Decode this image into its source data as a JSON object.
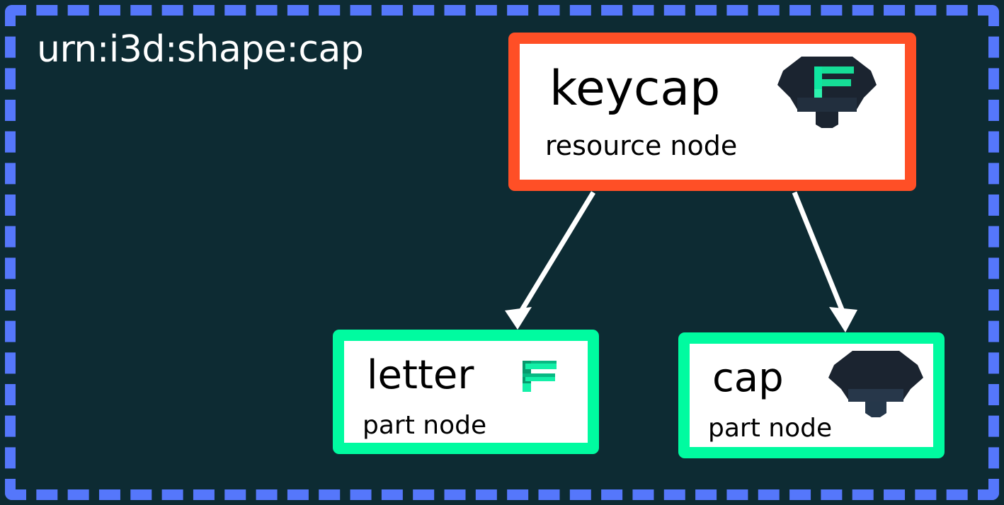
{
  "graph": {
    "title": "urn:i3d:shape:cap",
    "background_color": "#0d2b33",
    "frame_color": "#5577fb",
    "edge_color": "#ffffff"
  },
  "nodes": [
    {
      "id": "keycap",
      "label": "keycap",
      "kind": "resource node",
      "border_color": "#ff4f26",
      "thumbnail": "keycap-3d-thumbnail"
    },
    {
      "id": "letter",
      "label": "letter",
      "kind": "part node",
      "border_color": "#00fba0",
      "thumbnail": "letter-f-3d-thumbnail"
    },
    {
      "id": "cap",
      "label": "cap",
      "kind": "part node",
      "border_color": "#00fba0",
      "thumbnail": "cap-3d-thumbnail"
    }
  ],
  "edges": [
    {
      "from": "keycap",
      "to": "letter"
    },
    {
      "from": "keycap",
      "to": "cap"
    }
  ]
}
